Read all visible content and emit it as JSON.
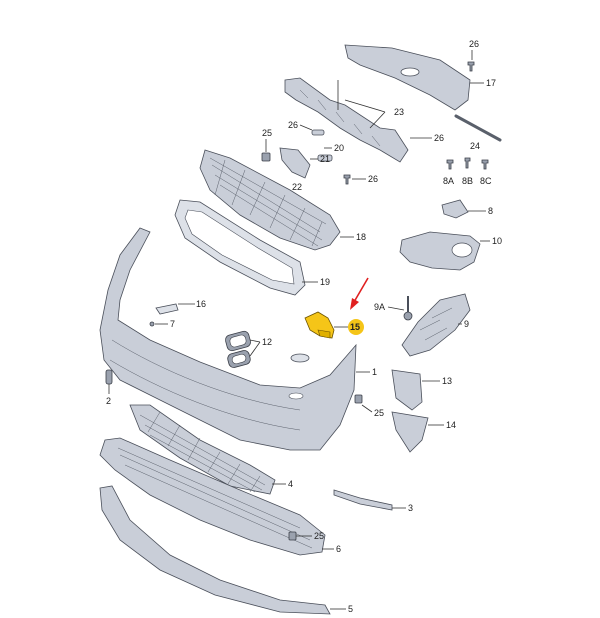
{
  "callouts": {
    "c1": "1",
    "c2": "2",
    "c3": "3",
    "c4": "4",
    "c5": "5",
    "c6": "6",
    "c7": "7",
    "c8": "8",
    "c8a": "8A",
    "c8b": "8B",
    "c8c": "8C",
    "c9": "9",
    "c9a": "9A",
    "c10": "10",
    "c12": "12",
    "c13": "13",
    "c14": "14",
    "c15": "15",
    "c16": "16",
    "c17": "17",
    "c18": "18",
    "c19": "19",
    "c20": "20",
    "c21": "21",
    "c22": "22",
    "c23": "23",
    "c24": "24",
    "c25": "25",
    "c26": "26"
  },
  "highlight": {
    "color": "#f5c518",
    "arrow_color": "#e02020"
  }
}
